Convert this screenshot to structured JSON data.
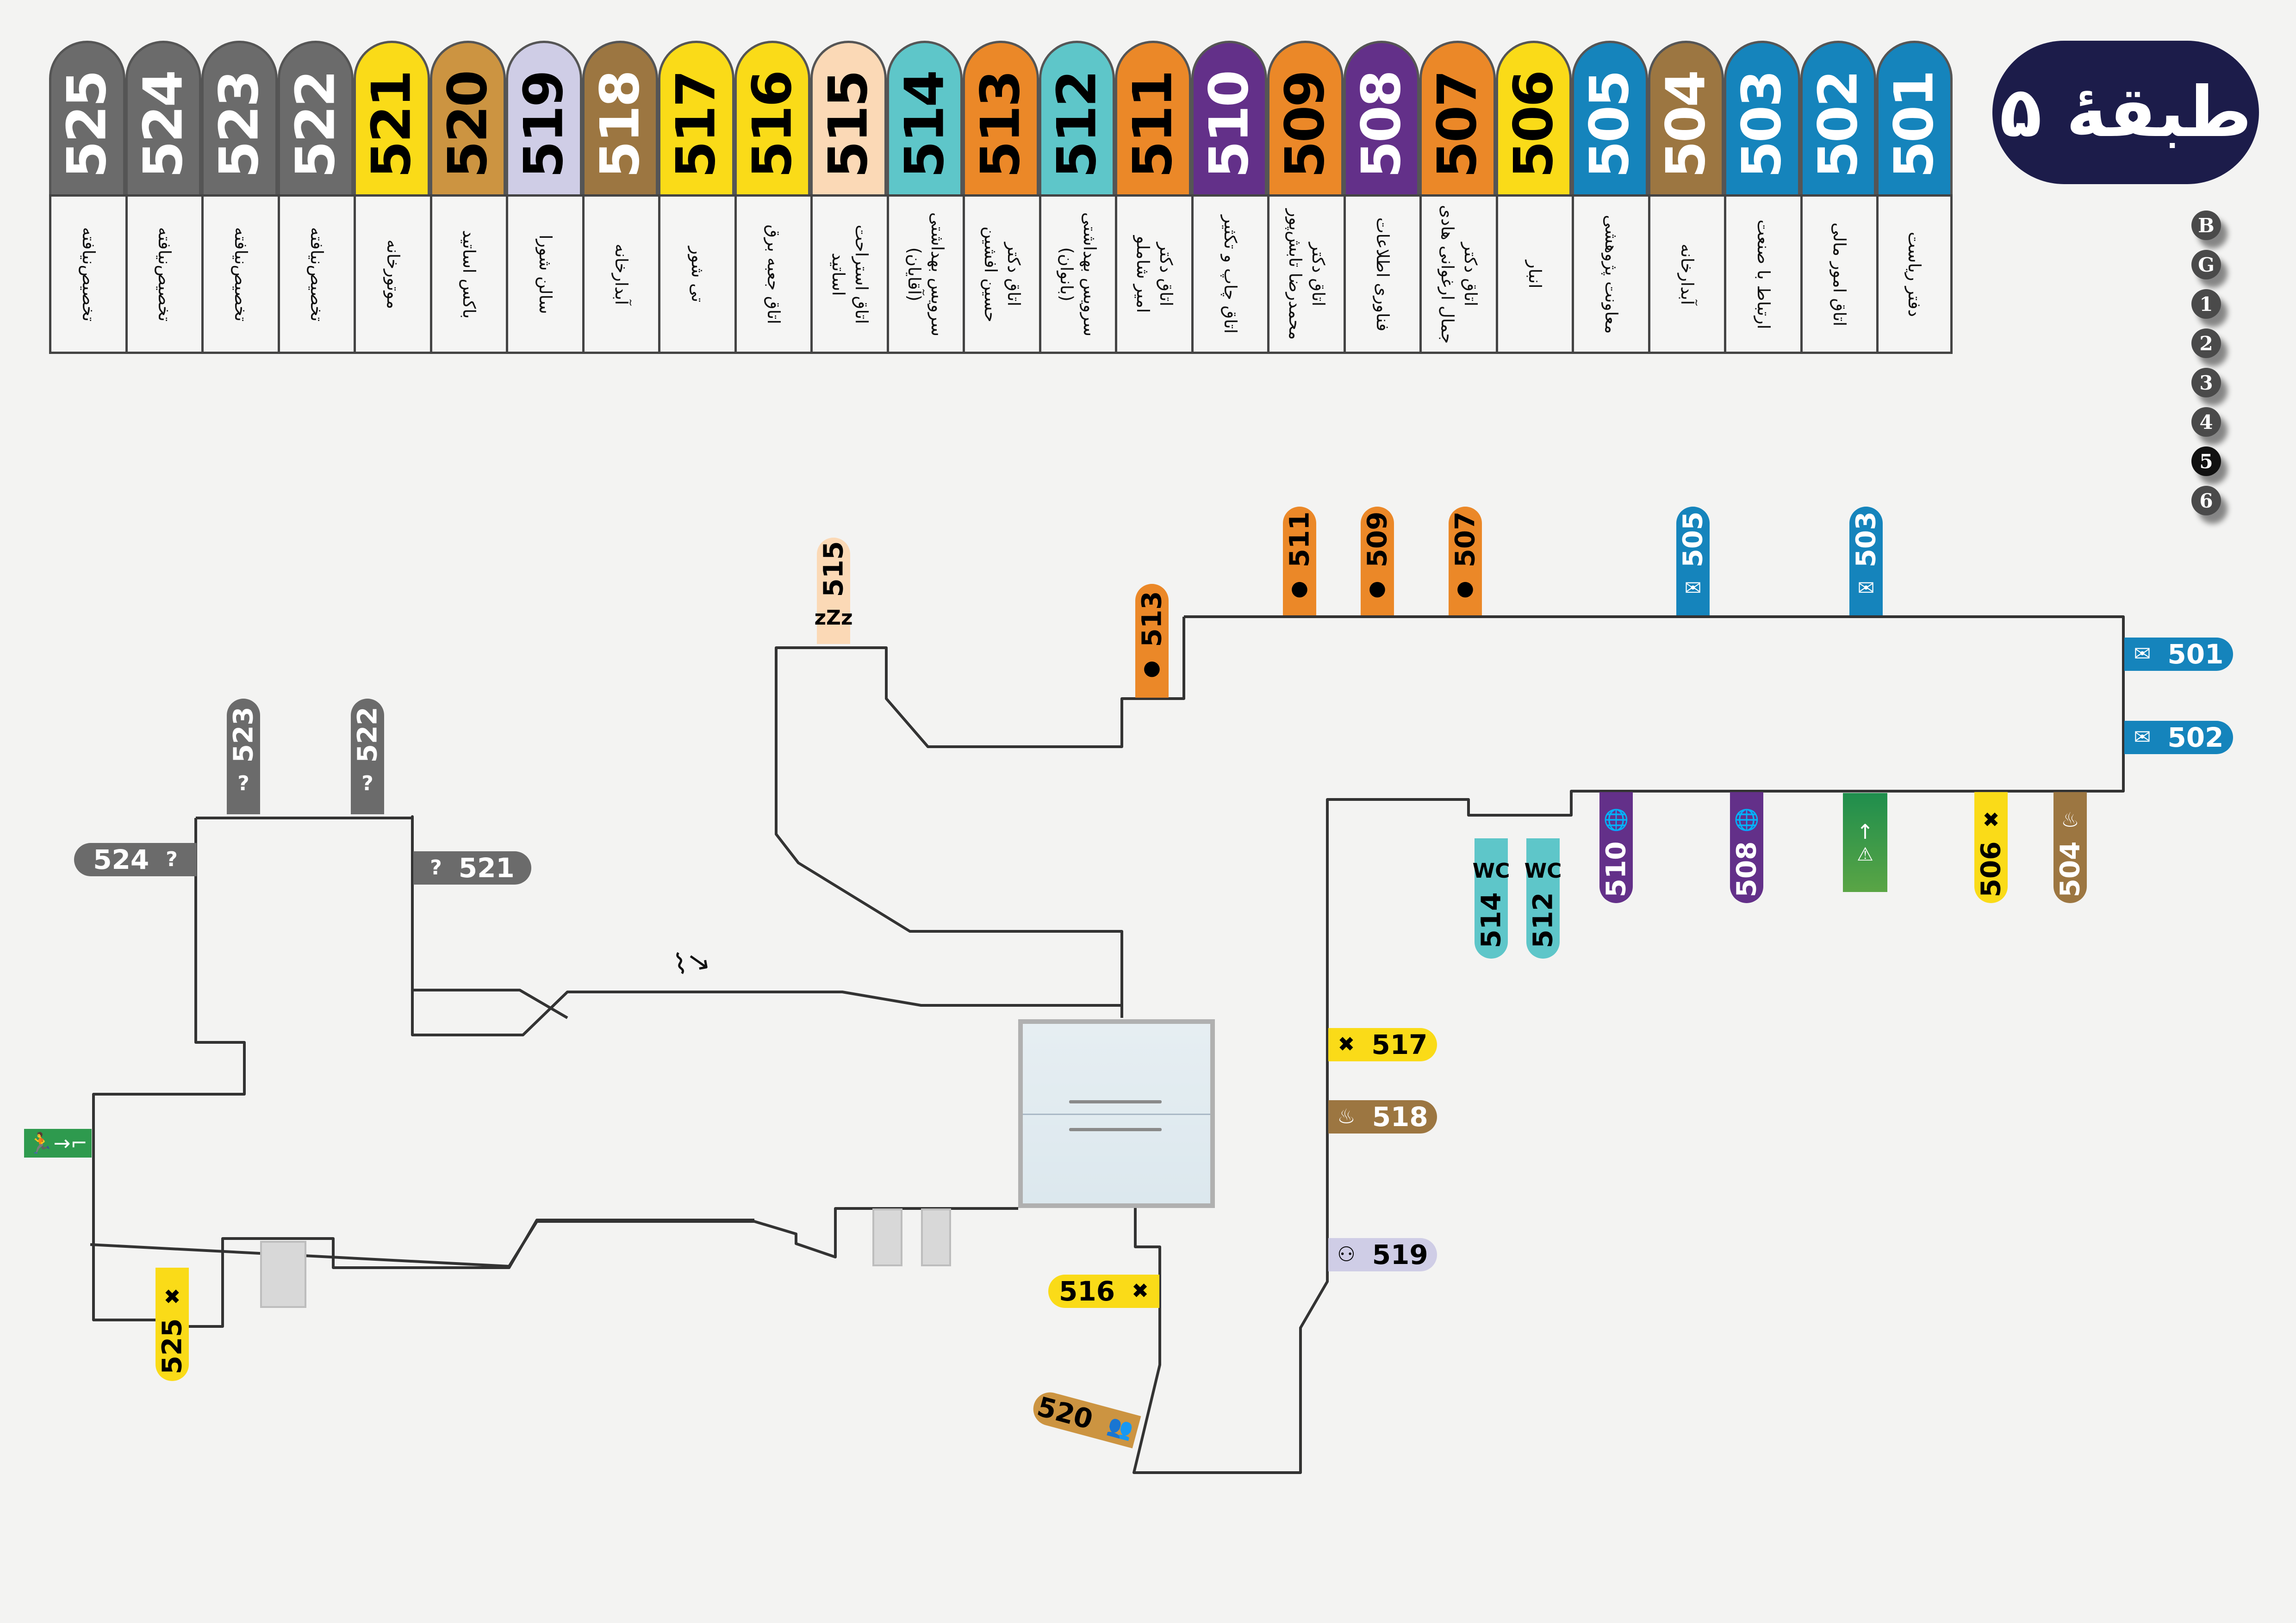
{
  "title": "طبقهٔ ۵",
  "floor_selector": {
    "floors": [
      "B",
      "G",
      "1",
      "2",
      "3",
      "4",
      "5",
      "6"
    ],
    "active": "5"
  },
  "colors": {
    "gray": "#6b6b6b",
    "yellow": "#fadb18",
    "tan": "#cc9441",
    "lavender": "#cfcde6",
    "brown": "#9c7641",
    "peach": "#fbd9b6",
    "teal": "#5ec6c9",
    "orange": "#eb8828",
    "purple": "#633089",
    "blue": "#1584bc",
    "navy": "#1c1c4a",
    "green": "#2e9a4e"
  },
  "legend": [
    {
      "num": "525",
      "label": "تخصیص‌نیافته",
      "color": "gray",
      "text": "light"
    },
    {
      "num": "524",
      "label": "تخصیص‌نیافته",
      "color": "gray",
      "text": "light"
    },
    {
      "num": "523",
      "label": "تخصیص‌نیافته",
      "color": "gray",
      "text": "light"
    },
    {
      "num": "522",
      "label": "تخصیص‌نیافته",
      "color": "gray",
      "text": "light"
    },
    {
      "num": "521",
      "label": "موتورخانه",
      "color": "yellow",
      "text": "dark"
    },
    {
      "num": "520",
      "label": "باکس اساتید",
      "color": "tan",
      "text": "dark"
    },
    {
      "num": "519",
      "label": "سالن شورا",
      "color": "lavender",
      "text": "dark"
    },
    {
      "num": "518",
      "label": "آبدارخانه",
      "color": "brown",
      "text": "light"
    },
    {
      "num": "517",
      "label": "تی شور",
      "color": "yellow",
      "text": "dark"
    },
    {
      "num": "516",
      "label": "اتاق جعبه برق",
      "color": "yellow",
      "text": "dark"
    },
    {
      "num": "515",
      "label": "اتاق استراحت\nاساتید",
      "color": "peach",
      "text": "dark"
    },
    {
      "num": "514",
      "label": "سرویس بهداشتی\n(آقایان)",
      "color": "teal",
      "text": "dark"
    },
    {
      "num": "513",
      "label": "اتاق دکتر\nحسین افشین",
      "color": "orange",
      "text": "dark"
    },
    {
      "num": "512",
      "label": "سرویس بهداشتی\n(بانوان)",
      "color": "teal",
      "text": "dark"
    },
    {
      "num": "511",
      "label": "اتاق دکتر\nامیر شاملو",
      "color": "orange",
      "text": "dark"
    },
    {
      "num": "510",
      "label": "اتاق چاپ و تکثیر",
      "color": "purple",
      "text": "light"
    },
    {
      "num": "509",
      "label": "اتاق دکتر\nمحمدرضا تابش‌پور",
      "color": "orange",
      "text": "dark"
    },
    {
      "num": "508",
      "label": "فناوری اطلاعات",
      "color": "purple",
      "text": "light"
    },
    {
      "num": "507",
      "label": "اتاق دکتر\nجمال ارغوانی هادی",
      "color": "orange",
      "text": "dark"
    },
    {
      "num": "506",
      "label": "انبار",
      "color": "yellow",
      "text": "dark"
    },
    {
      "num": "505",
      "label": "معاونت پژوهشی",
      "color": "blue",
      "text": "light"
    },
    {
      "num": "504",
      "label": "آبدارخانه",
      "color": "brown",
      "text": "light"
    },
    {
      "num": "503",
      "label": "ارتباط با صنعت",
      "color": "blue",
      "text": "light"
    },
    {
      "num": "502",
      "label": "اتاق امور مالی",
      "color": "blue",
      "text": "light"
    },
    {
      "num": "501",
      "label": "دفتر ریاست",
      "color": "blue",
      "text": "light"
    }
  ],
  "map_tags": {
    "t525": {
      "num": "525",
      "icon": "tools-icon",
      "glyph": "✖"
    },
    "t524": {
      "num": "524",
      "icon": "question-icon",
      "glyph": "?"
    },
    "t523": {
      "num": "523",
      "icon": "question-icon",
      "glyph": "?"
    },
    "t522": {
      "num": "522",
      "icon": "question-icon",
      "glyph": "?"
    },
    "t521": {
      "num": "521",
      "icon": "question-icon",
      "glyph": "?"
    },
    "t520": {
      "num": "520",
      "icon": "group-icon",
      "glyph": "👥"
    },
    "t519": {
      "num": "519",
      "icon": "meeting-icon",
      "glyph": "⚇"
    },
    "t518": {
      "num": "518",
      "icon": "pot-icon",
      "glyph": "♨"
    },
    "t517": {
      "num": "517",
      "icon": "tools-icon",
      "glyph": "✖"
    },
    "t516": {
      "num": "516",
      "icon": "tools-icon",
      "glyph": "✖"
    },
    "t515": {
      "num": "515",
      "icon": "sleep-icon",
      "glyph": "zZz"
    },
    "t514": {
      "num": "514",
      "icon": "wc-men-icon",
      "glyph": "WC"
    },
    "t513": {
      "num": "513",
      "icon": "person-icon",
      "glyph": "●"
    },
    "t512": {
      "num": "512",
      "icon": "wc-women-icon",
      "glyph": "WC"
    },
    "t511": {
      "num": "511",
      "icon": "person-icon",
      "glyph": "●"
    },
    "t510": {
      "num": "510",
      "icon": "globe-icon",
      "glyph": "🌐"
    },
    "t509": {
      "num": "509",
      "icon": "person-icon",
      "glyph": "●"
    },
    "t508": {
      "num": "508",
      "icon": "globe-icon",
      "glyph": "🌐"
    },
    "t507": {
      "num": "507",
      "icon": "person-icon",
      "glyph": "●"
    },
    "t506": {
      "num": "506",
      "icon": "tools-icon",
      "glyph": "✖"
    },
    "t505": {
      "num": "505",
      "icon": "mail-icon",
      "glyph": "✉"
    },
    "t504": {
      "num": "504",
      "icon": "pot-icon",
      "glyph": "♨"
    },
    "t503": {
      "num": "503",
      "icon": "mail-icon",
      "glyph": "✉"
    },
    "t502": {
      "num": "502",
      "icon": "mail-icon",
      "glyph": "✉"
    },
    "t501": {
      "num": "501",
      "icon": "mail-icon",
      "glyph": "✉"
    }
  },
  "signs": {
    "emergency_exit_glyph": "🏃→⌐",
    "stairs_glyph": "↑"
  }
}
